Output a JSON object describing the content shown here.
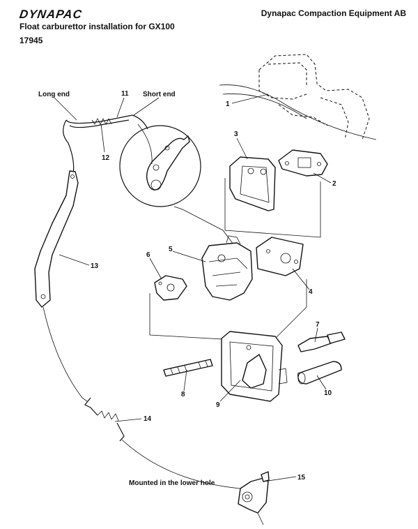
{
  "header": {
    "logo_text": "DYNAPAC",
    "company": "Dynapac Compaction Equipment AB",
    "title": "Float carburettor installation for GX100",
    "doc_number": "17945"
  },
  "callouts": {
    "long_end": "Long end",
    "short_end": "Short end",
    "mounted_lower_hole": "Mounted in the lower hole"
  },
  "parts": {
    "p1": "1",
    "p2": "2",
    "p3": "3",
    "p4": "4",
    "p5": "5",
    "p6": "6",
    "p7": "7",
    "p8": "8",
    "p9": "9",
    "p10": "10",
    "p11": "11",
    "p12": "12",
    "p13": "13",
    "p14": "14",
    "p15": "15"
  }
}
